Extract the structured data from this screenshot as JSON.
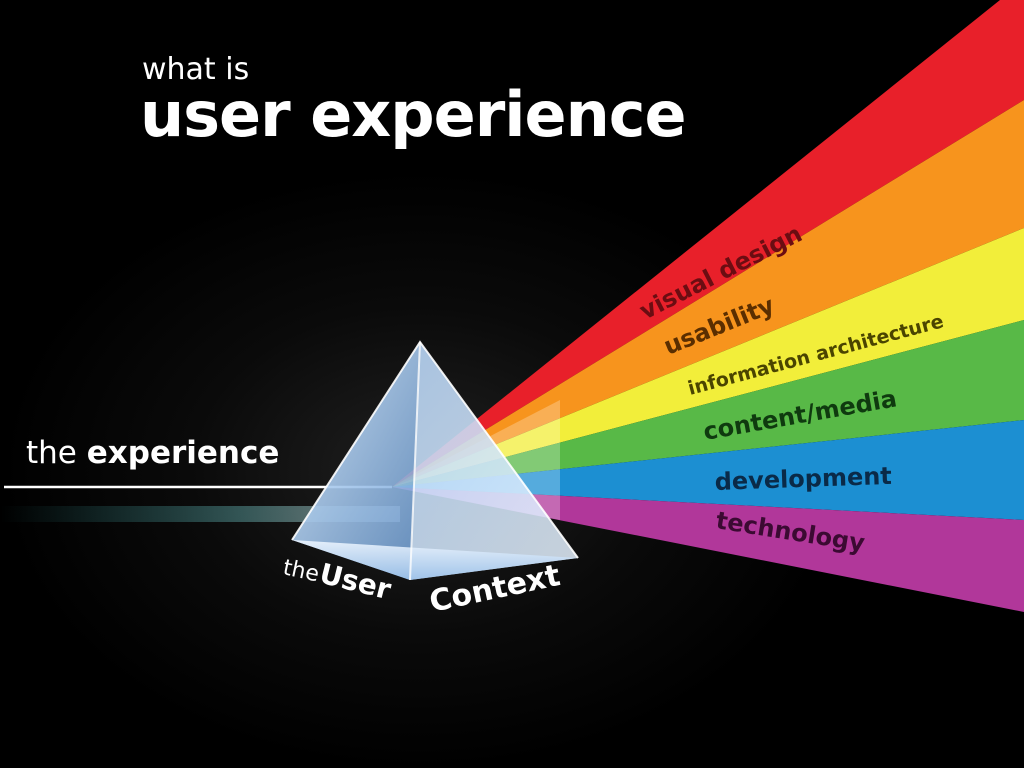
{
  "header": {
    "pre_title": "what is",
    "title": "user experience"
  },
  "input_beam": {
    "prefix": "the",
    "label": "experience"
  },
  "prism": {
    "left_label_small": "the",
    "left_label_big": "User",
    "right_label": "Context"
  },
  "spectrum": [
    {
      "label": "visual design",
      "color": "#e8202a",
      "text_color": "#6b0d12"
    },
    {
      "label": "usability",
      "color": "#f7941d",
      "text_color": "#5a2e00"
    },
    {
      "label": "information architecture",
      "color": "#f2ee3a",
      "text_color": "#4a4400"
    },
    {
      "label": "content/media",
      "color": "#58b947",
      "text_color": "#0f3a0f"
    },
    {
      "label": "development",
      "color": "#1c8fd2",
      "text_color": "#0a2a48"
    },
    {
      "label": "technology",
      "color": "#b1379a",
      "text_color": "#3b0a32"
    }
  ]
}
